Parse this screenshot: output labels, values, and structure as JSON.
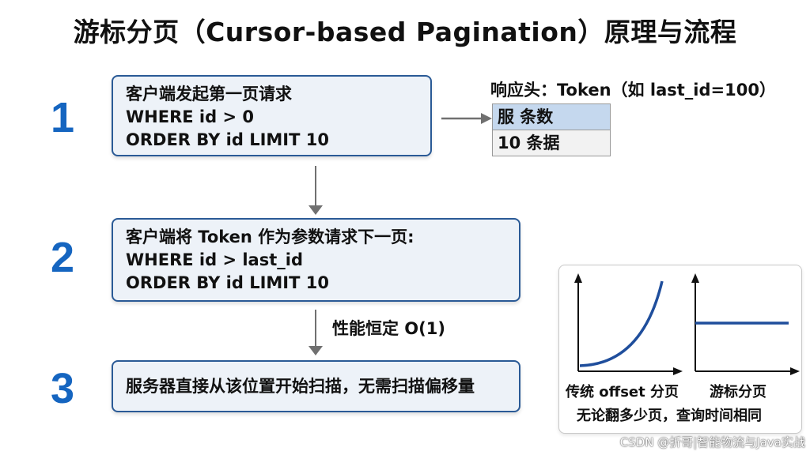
{
  "title": "游标分页（Cursor-based Pagination）原理与流程",
  "steps": [
    {
      "number": "1",
      "lines": [
        "客户端发起第一页请求",
        "WHERE id > 0",
        "ORDER BY id LIMIT 10"
      ]
    },
    {
      "number": "2",
      "lines": [
        "客户端将 Token 作为参数请求下一页:",
        "WHERE id > last_id",
        "ORDER BY id LIMIT 10"
      ]
    },
    {
      "number": "3",
      "lines": [
        "服务器直接从该位置开始扫描，无需扫描偏移量"
      ]
    }
  ],
  "response": {
    "label": "响应头：Token（如 last_id=100）",
    "rows": [
      "服 条数",
      "10 条据"
    ]
  },
  "performance_label": "性能恒定 O(1)",
  "comparison": {
    "left_label": "传统 offset 分页",
    "right_label": "游标分页",
    "caption": "无论翻多少页，查询时间相同",
    "curve_color": "#1f4e9c"
  },
  "watermark": "CSDN @折哥|智能物流与Java实战",
  "colors": {
    "number": "#1565c0",
    "box_border": "#2a5a96",
    "box_fill": "#edf2f8",
    "arrow": "#707070",
    "highlight_row": "#c5d8ee"
  }
}
